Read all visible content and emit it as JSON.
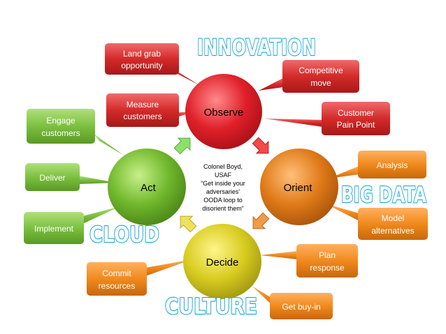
{
  "hub": {
    "observe": "Observe",
    "orient": "Orient",
    "decide": "Decide",
    "act": "Act"
  },
  "center_note": [
    "Colonel Boyd,",
    "USAF",
    "“Get inside your",
    "adversaries'",
    "OODA loop to",
    "disorient them”"
  ],
  "labels": {
    "innovation": "INNOVATION",
    "big_data": "BIG DATA",
    "cloud": "CLOUD",
    "culture": "CULTURE"
  },
  "callouts": {
    "land_grab": [
      "Land grab",
      "opportunity"
    ],
    "measure_customers": [
      "Measure",
      "customers"
    ],
    "competitive_move": [
      "Competitive",
      "move"
    ],
    "customer_pain_point": [
      "Customer",
      "Pain Point"
    ],
    "analysis": [
      "Analysis"
    ],
    "model_alternatives": [
      "Model",
      "alternatives"
    ],
    "plan_response": [
      "Plan",
      "response"
    ],
    "get_buy_in": [
      "Get buy-in"
    ],
    "commit_resources": [
      "Commit",
      "resources"
    ],
    "engage_customers": [
      "Engage",
      "customers"
    ],
    "deliver": [
      "Deliver"
    ],
    "implement": [
      "Implement"
    ]
  },
  "colors": {
    "observe": "#e0202a",
    "orient": "#e07a18",
    "decide": "#d8cc20",
    "act": "#70b82c",
    "red_box": "#d42a2a",
    "orange_box": "#f08a1c",
    "green_box": "#7cc040",
    "outline_text": "#17a7d8"
  }
}
